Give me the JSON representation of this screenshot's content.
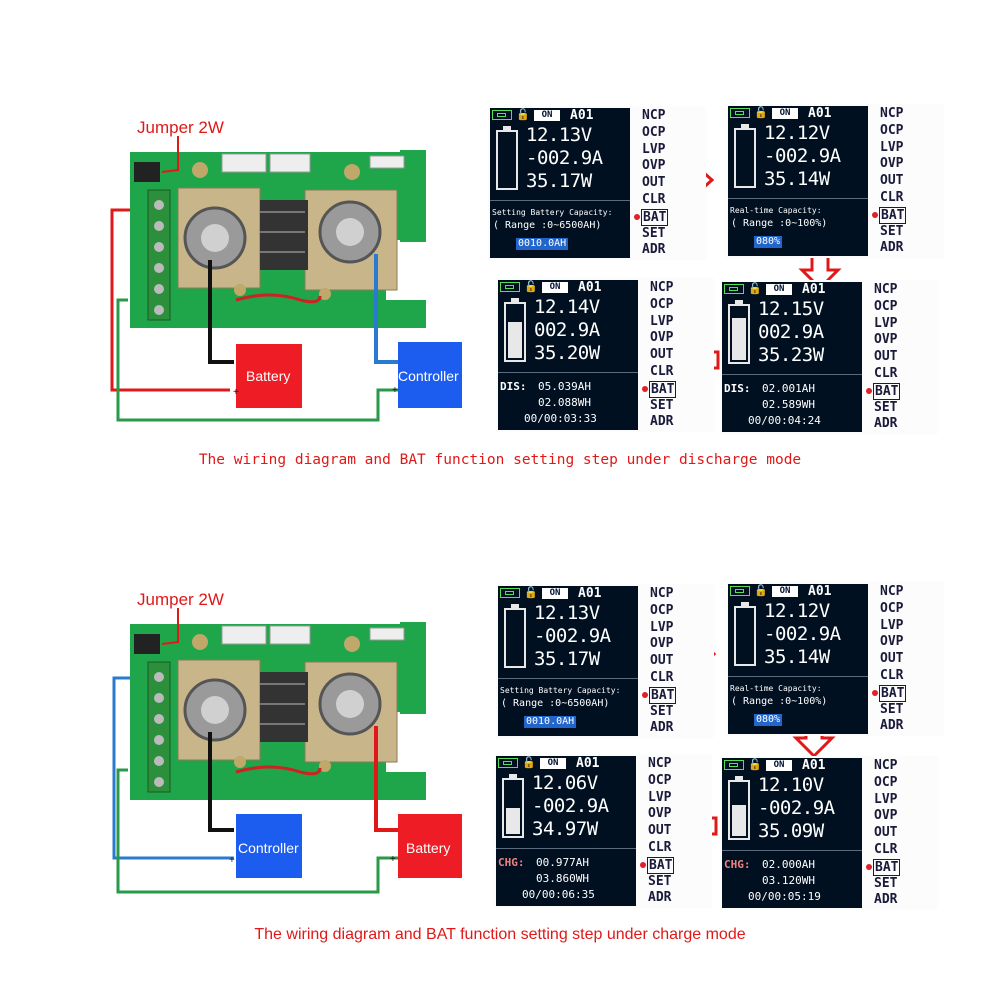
{
  "colors": {
    "red": "#e01818",
    "green_wire": "#2a9a4a",
    "blue_wire": "#2a7ad0",
    "battery_box": "#ee1c24",
    "controller_box": "#1c5cee",
    "lcd_bg": "#001020",
    "lcd_accent": "#56e056",
    "highlight": "#2266cc"
  },
  "icons": [
    "battery-icon",
    "unlock-icon",
    "right-arrow-icon",
    "down-arrow-icon",
    "left-arrow-icon",
    "selection-dot-icon"
  ],
  "top": {
    "jumper_label": "Jumper 2W",
    "box_a": "Battery",
    "box_b": "Controller",
    "caption": "The wiring diagram and BAT function setting step under discharge mode",
    "screens": [
      {
        "status": "ON",
        "addr": "A01",
        "v": "12.13V",
        "i": "-002.9A",
        "p": "35.17W",
        "l1": "Setting Battery Capacity:",
        "l2": "( Range :0~6500AH)",
        "hl": "0010.0AH",
        "fill": 0.0
      },
      {
        "status": "ON",
        "addr": "A01",
        "v": "12.12V",
        "i": "-002.9A",
        "p": "35.14W",
        "l1": "Real-time Capacity:",
        "l2": "( Range :0~100%)",
        "hl": "080%",
        "fill": 0.0
      },
      {
        "status": "ON",
        "addr": "A01",
        "v": "12.14V",
        "i": "002.9A",
        "p": "35.20W",
        "mode": "DIS:",
        "l1": "05.039AH",
        "l2": "02.088WH",
        "l3": "00/00:03:33",
        "fill": 0.7
      },
      {
        "status": "ON",
        "addr": "A01",
        "v": "12.15V",
        "i": "002.9A",
        "p": "35.23W",
        "mode": "DIS:",
        "l1": "02.001AH",
        "l2": "02.589WH",
        "l3": "00/00:04:24",
        "fill": 0.8
      }
    ]
  },
  "bottom": {
    "jumper_label": "Jumper 2W",
    "box_a": "Controller",
    "box_b": "Battery",
    "caption": "The wiring diagram and BAT function setting step under charge mode",
    "screens": [
      {
        "status": "ON",
        "addr": "A01",
        "v": "12.13V",
        "i": "-002.9A",
        "p": "35.17W",
        "l1": "Setting Battery Capacity:",
        "l2": "( Range :0~6500AH)",
        "hl": "0010.0AH",
        "fill": 0.0
      },
      {
        "status": "ON",
        "addr": "A01",
        "v": "12.12V",
        "i": "-002.9A",
        "p": "35.14W",
        "l1": "Real-time Capacity:",
        "l2": "( Range :0~100%)",
        "hl": "080%",
        "fill": 0.0
      },
      {
        "status": "ON",
        "addr": "A01",
        "v": "12.06V",
        "i": "-002.9A",
        "p": "34.97W",
        "mode": "CHG:",
        "l1": "00.977AH",
        "l2": "03.860WH",
        "l3": "00/00:06:35",
        "fill": 0.5
      },
      {
        "status": "ON",
        "addr": "A01",
        "v": "12.10V",
        "i": "-002.9A",
        "p": "35.09W",
        "mode": "CHG:",
        "l1": "02.000AH",
        "l2": "03.120WH",
        "l3": "00/00:05:19",
        "fill": 0.6
      }
    ]
  },
  "menu": [
    "NCP",
    "OCP",
    "LVP",
    "OVP",
    "OUT",
    "CLR",
    "BAT",
    "SET",
    "ADR"
  ]
}
